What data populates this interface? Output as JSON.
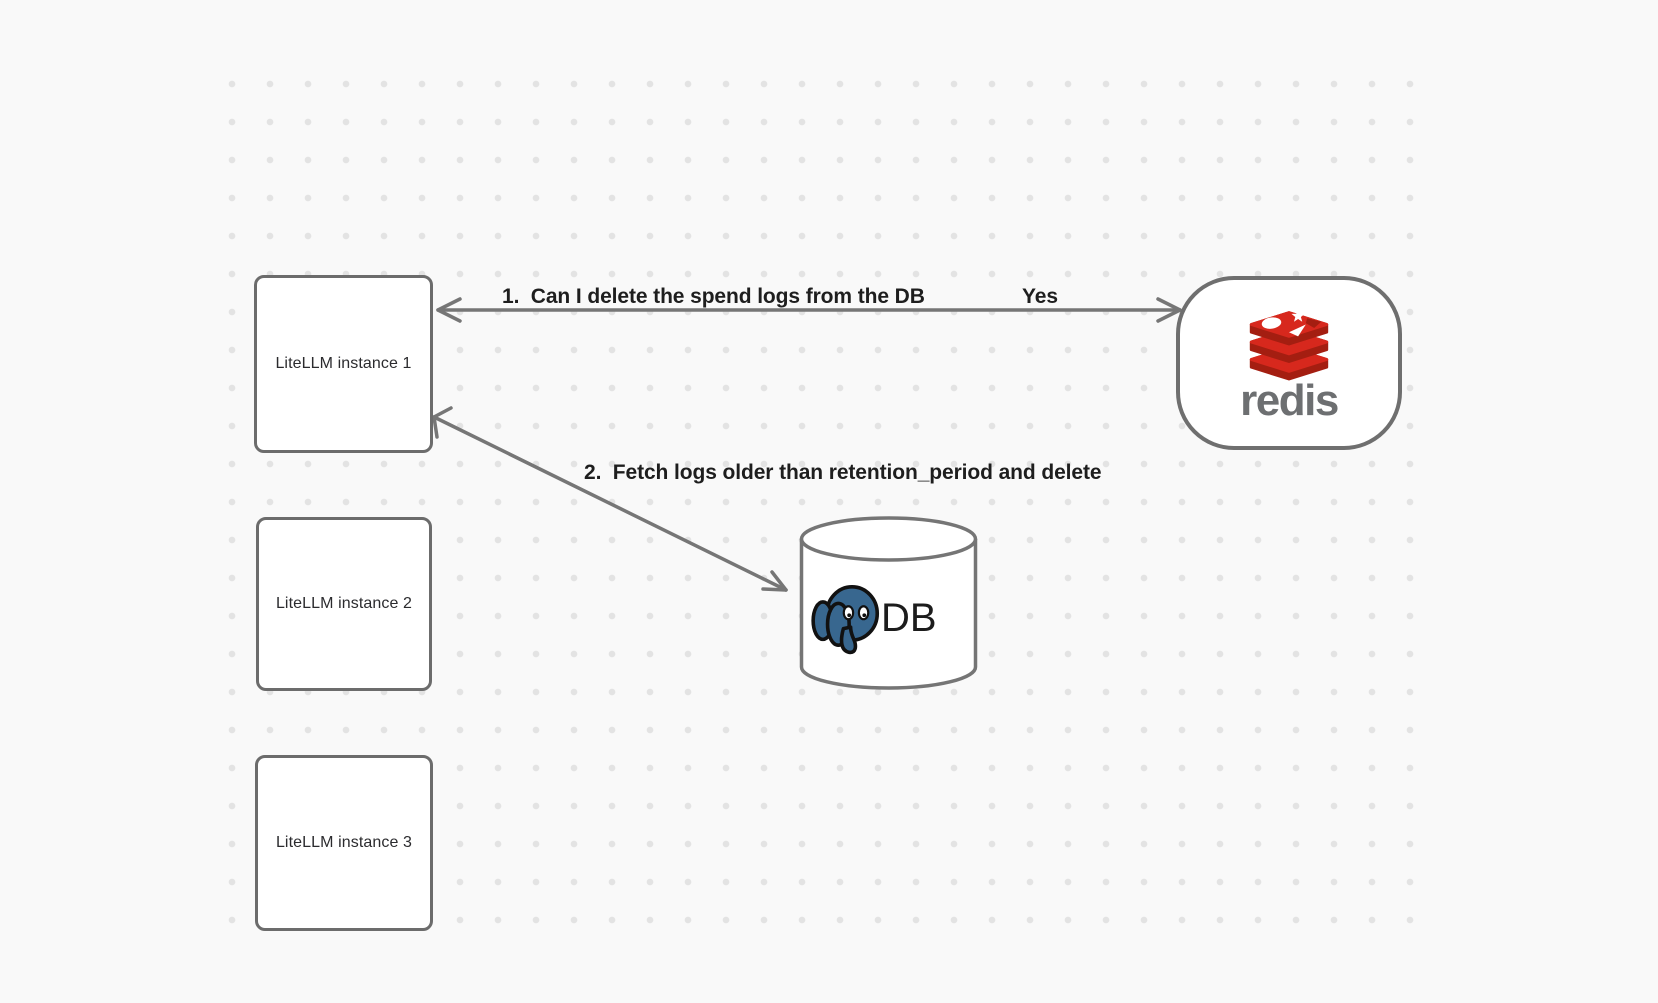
{
  "canvas": {
    "background_color": "#f9f9f9",
    "dot_color": "#e3e3e3",
    "stroke_color": "#767676"
  },
  "nodes": {
    "instances": [
      {
        "label": "LiteLLM instance 1"
      },
      {
        "label": "LiteLLM instance 2"
      },
      {
        "label": "LiteLLM instance 3"
      }
    ],
    "redis": {
      "wordmark": "redis",
      "icon": "redis-stack-icon",
      "red": "#d7281d",
      "red_dark": "#a41e11",
      "wordmark_color": "#6d6f71"
    },
    "database": {
      "label": "DB",
      "icon": "postgresql-elephant-icon",
      "elephant_color": "#38678f"
    }
  },
  "annotations": {
    "step1": "1.  Can I delete the spend logs from the DB",
    "step1_answer": "Yes",
    "step2": "2.  Fetch logs older than retention_period and delete"
  }
}
